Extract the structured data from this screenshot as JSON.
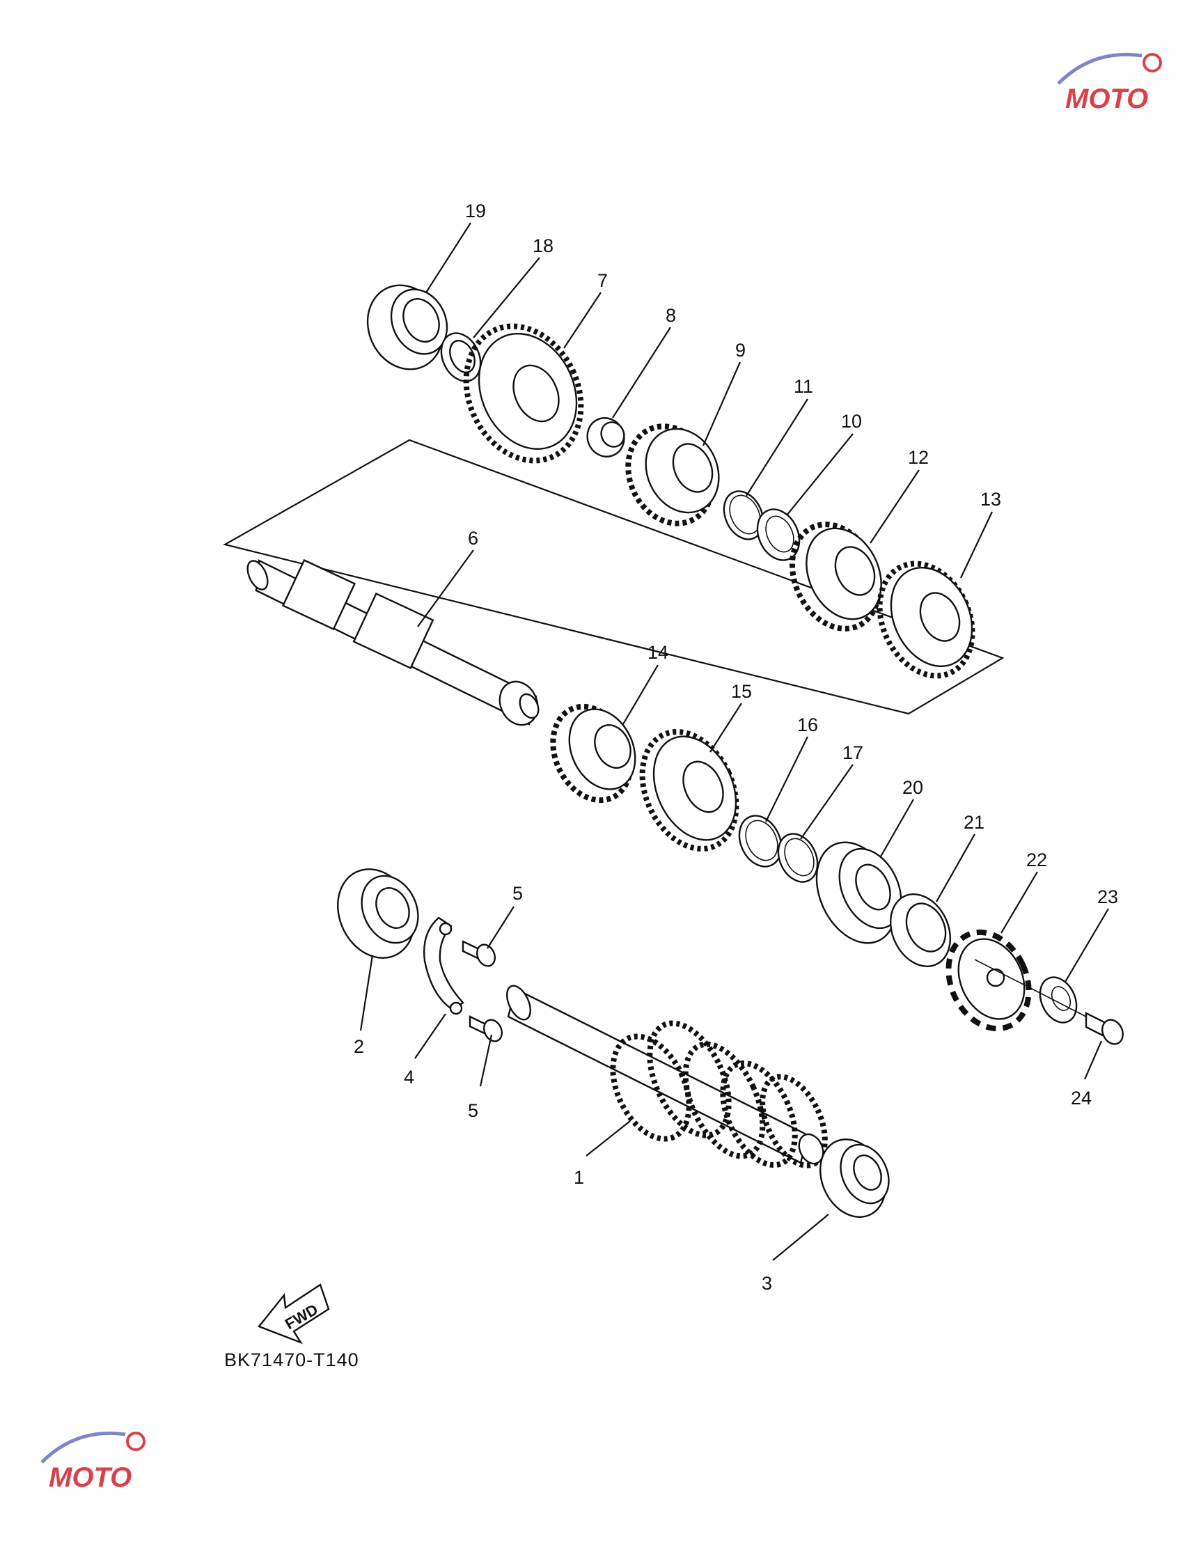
{
  "diagram": {
    "code": "BK71470-T140",
    "fwd_label": "FWD",
    "callouts": [
      {
        "id": "c19",
        "label": "19"
      },
      {
        "id": "c18",
        "label": "18"
      },
      {
        "id": "c7",
        "label": "7"
      },
      {
        "id": "c8",
        "label": "8"
      },
      {
        "id": "c9",
        "label": "9"
      },
      {
        "id": "c11",
        "label": "11"
      },
      {
        "id": "c10",
        "label": "10"
      },
      {
        "id": "c12",
        "label": "12"
      },
      {
        "id": "c13",
        "label": "13"
      },
      {
        "id": "c6",
        "label": "6"
      },
      {
        "id": "c14",
        "label": "14"
      },
      {
        "id": "c15",
        "label": "15"
      },
      {
        "id": "c16",
        "label": "16"
      },
      {
        "id": "c17",
        "label": "17"
      },
      {
        "id": "c20",
        "label": "20"
      },
      {
        "id": "c21",
        "label": "21"
      },
      {
        "id": "c22",
        "label": "22"
      },
      {
        "id": "c23",
        "label": "23"
      },
      {
        "id": "c5a",
        "label": "5"
      },
      {
        "id": "c2",
        "label": "2"
      },
      {
        "id": "c4",
        "label": "4"
      },
      {
        "id": "c5b",
        "label": "5"
      },
      {
        "id": "c24",
        "label": "24"
      },
      {
        "id": "c1",
        "label": "1"
      },
      {
        "id": "c3",
        "label": "3"
      }
    ]
  },
  "colors": {
    "line": "#111111",
    "watermark_red": "#d9414a",
    "watermark_blue": "#7d86c7"
  }
}
